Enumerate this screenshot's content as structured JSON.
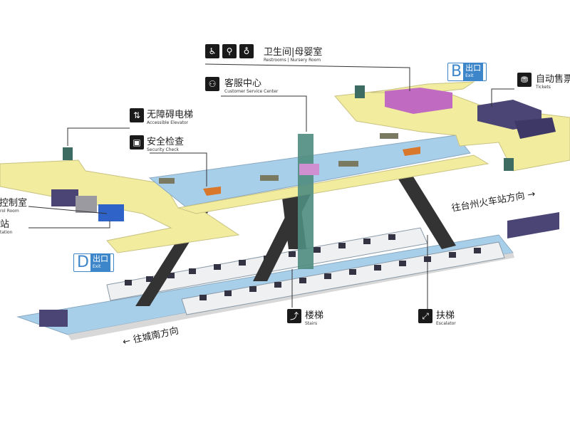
{
  "labels": {
    "restrooms": {
      "cn": "卫生间",
      "cn2": "母婴室",
      "en": "Restrooms",
      "en2": "Nursery Room"
    },
    "service": {
      "cn": "客服中心",
      "en": "Customer Service Center"
    },
    "elevator": {
      "cn": "无障碍电梯",
      "en": "Accessible Elevator"
    },
    "security": {
      "cn": "安全检查",
      "en": "Security Check"
    },
    "control": {
      "cn": "站控制室",
      "en": "Control Room"
    },
    "station": {
      "cn": "站",
      "en": "tation"
    },
    "tickets": {
      "cn": "自动售票",
      "en": "Tickets"
    },
    "stairs": {
      "cn": "楼梯",
      "en": "Stairs"
    },
    "escalator": {
      "cn": "扶梯",
      "en": "Escalator"
    }
  },
  "exits": {
    "b": {
      "letter": "B",
      "cn": "出口",
      "en": "Exit"
    },
    "d": {
      "letter": "D",
      "cn": "出口",
      "en": "Exit"
    }
  },
  "directions": {
    "north": "往台州火车站方向 →",
    "south": "← 往城南方向"
  },
  "colors": {
    "concourse": "#f0eaa0",
    "water": "#9cc9e6",
    "purple": "#4a4575",
    "magenta": "#c06bc1",
    "exit_blue": "#3d86c9"
  }
}
